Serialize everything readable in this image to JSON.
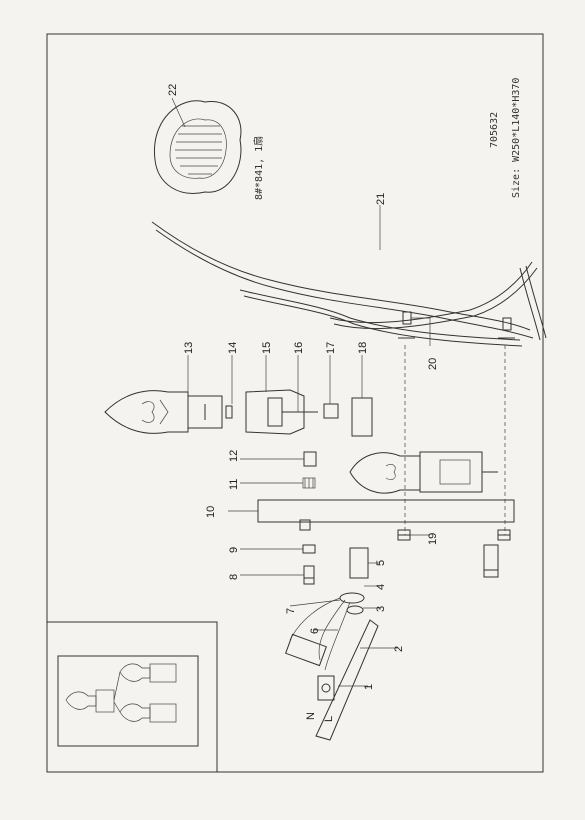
{
  "model_code": "705632",
  "size_text": "Size: W250*L140*H370",
  "shade_note": "8#*841, 1扇",
  "terminal_labels": {
    "neutral": "N",
    "live": "L"
  },
  "part_numbers": [
    "1",
    "2",
    "3",
    "4",
    "5",
    "6",
    "7",
    "8",
    "9",
    "10",
    "11",
    "12",
    "13",
    "14",
    "15",
    "16",
    "17",
    "18",
    "19",
    "20",
    "21",
    "22"
  ]
}
